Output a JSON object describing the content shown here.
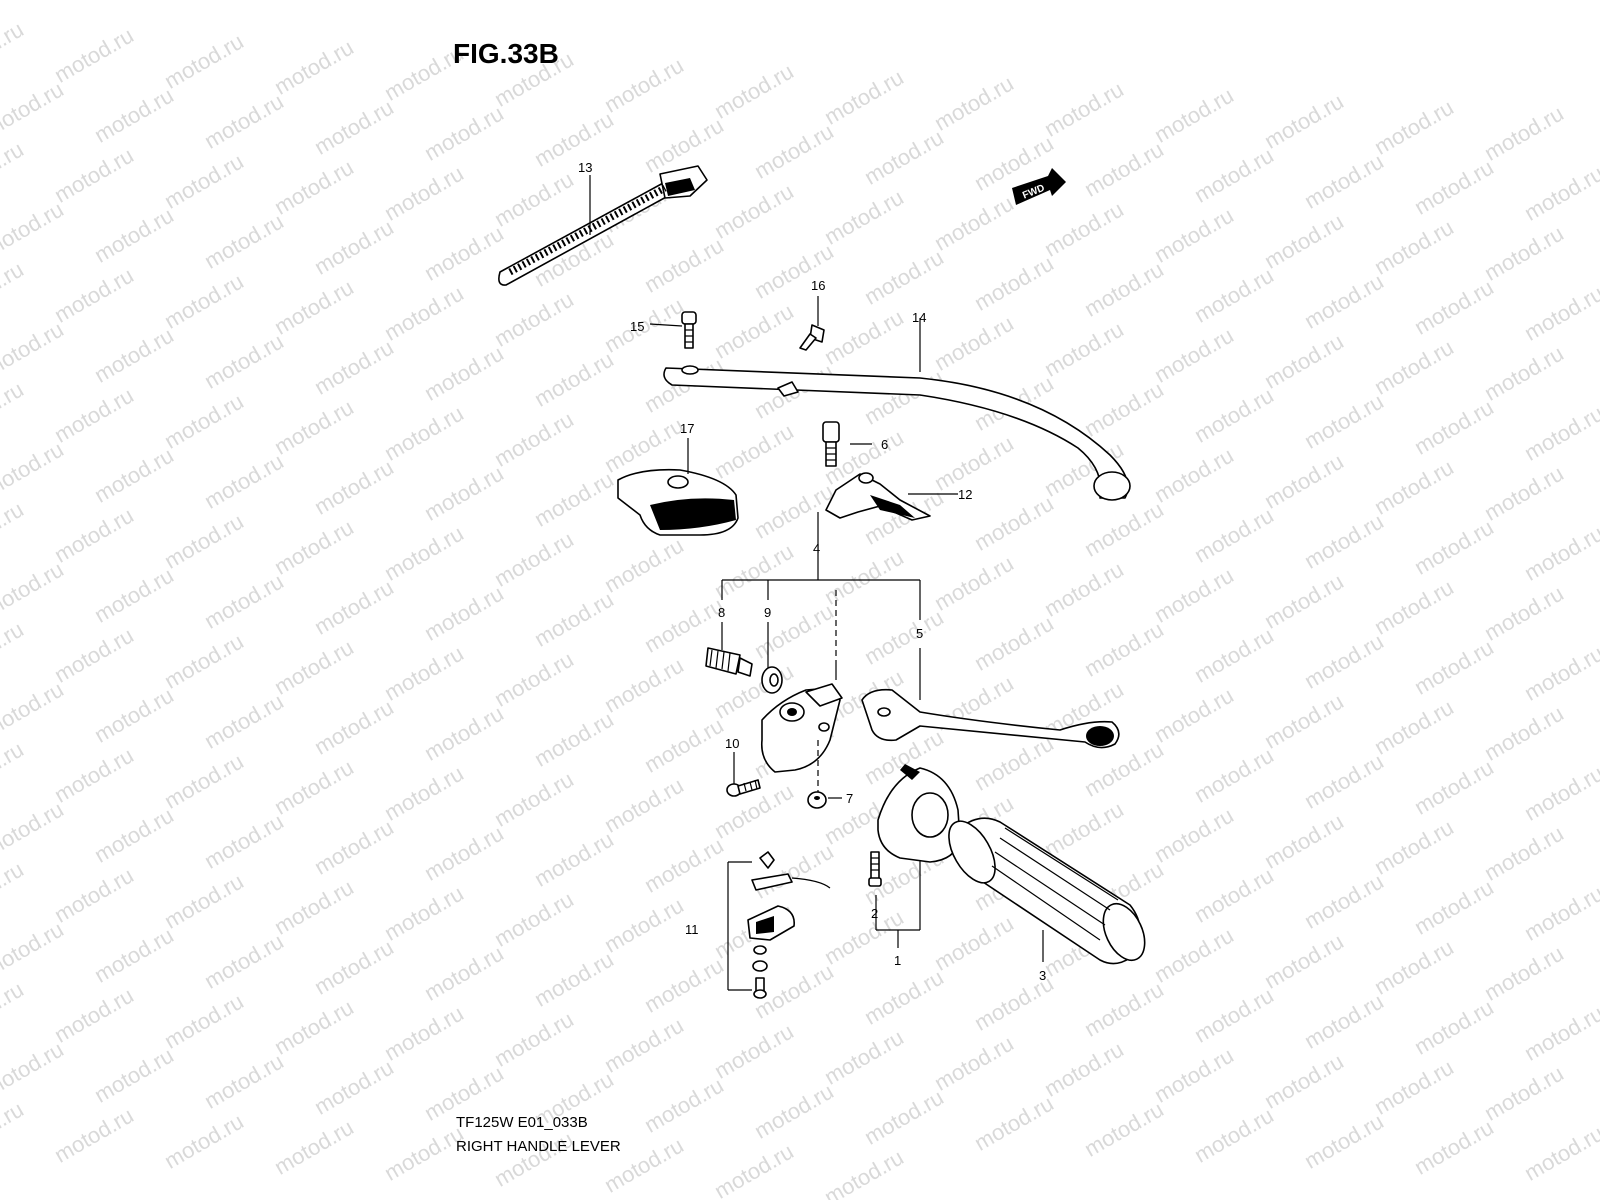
{
  "figure": {
    "title": "FIG.33B"
  },
  "caption": {
    "model_code": "TF125W E01_033B",
    "title": "RIGHT HANDLE LEVER"
  },
  "fwd_marker": {
    "label": "FWD"
  },
  "watermark": {
    "text": "motod.ru"
  },
  "callouts": [
    {
      "id": "1",
      "label": "1"
    },
    {
      "id": "2",
      "label": "2"
    },
    {
      "id": "3",
      "label": "3"
    },
    {
      "id": "4",
      "label": "4"
    },
    {
      "id": "5",
      "label": "5"
    },
    {
      "id": "6",
      "label": "6"
    },
    {
      "id": "7",
      "label": "7"
    },
    {
      "id": "8",
      "label": "8"
    },
    {
      "id": "9",
      "label": "9"
    },
    {
      "id": "10",
      "label": "10"
    },
    {
      "id": "11",
      "label": "11"
    },
    {
      "id": "12",
      "label": "12"
    },
    {
      "id": "13",
      "label": "13"
    },
    {
      "id": "14",
      "label": "14"
    },
    {
      "id": "15",
      "label": "15"
    },
    {
      "id": "16",
      "label": "16"
    },
    {
      "id": "17",
      "label": "17"
    }
  ]
}
